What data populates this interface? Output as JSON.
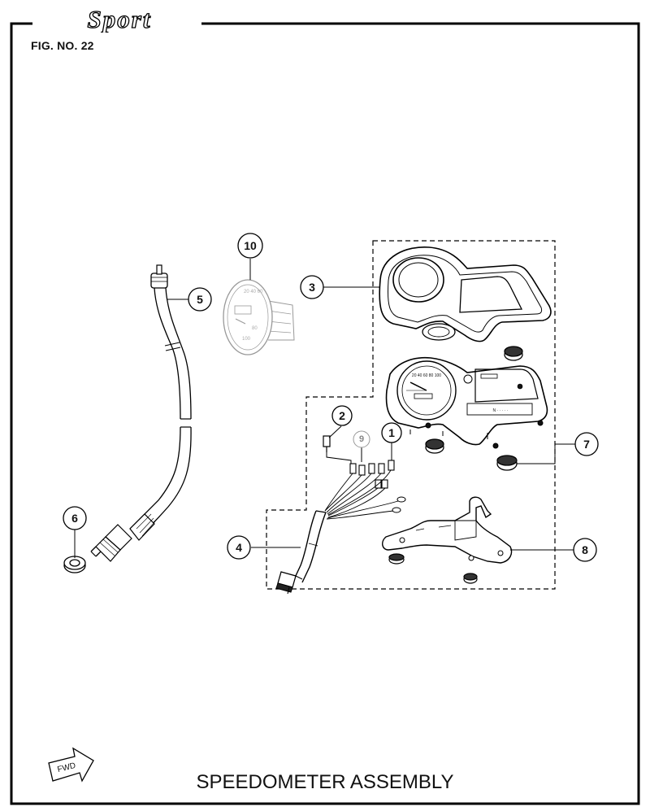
{
  "brand_text": "Sport",
  "figure_number": "FIG. NO. 22",
  "caption": "SPEEDOMETER ASSEMBLY",
  "fwd_label": "FWD",
  "callouts": [
    "1",
    "2",
    "3",
    "4",
    "5",
    "6",
    "7",
    "8",
    "9",
    "10"
  ]
}
